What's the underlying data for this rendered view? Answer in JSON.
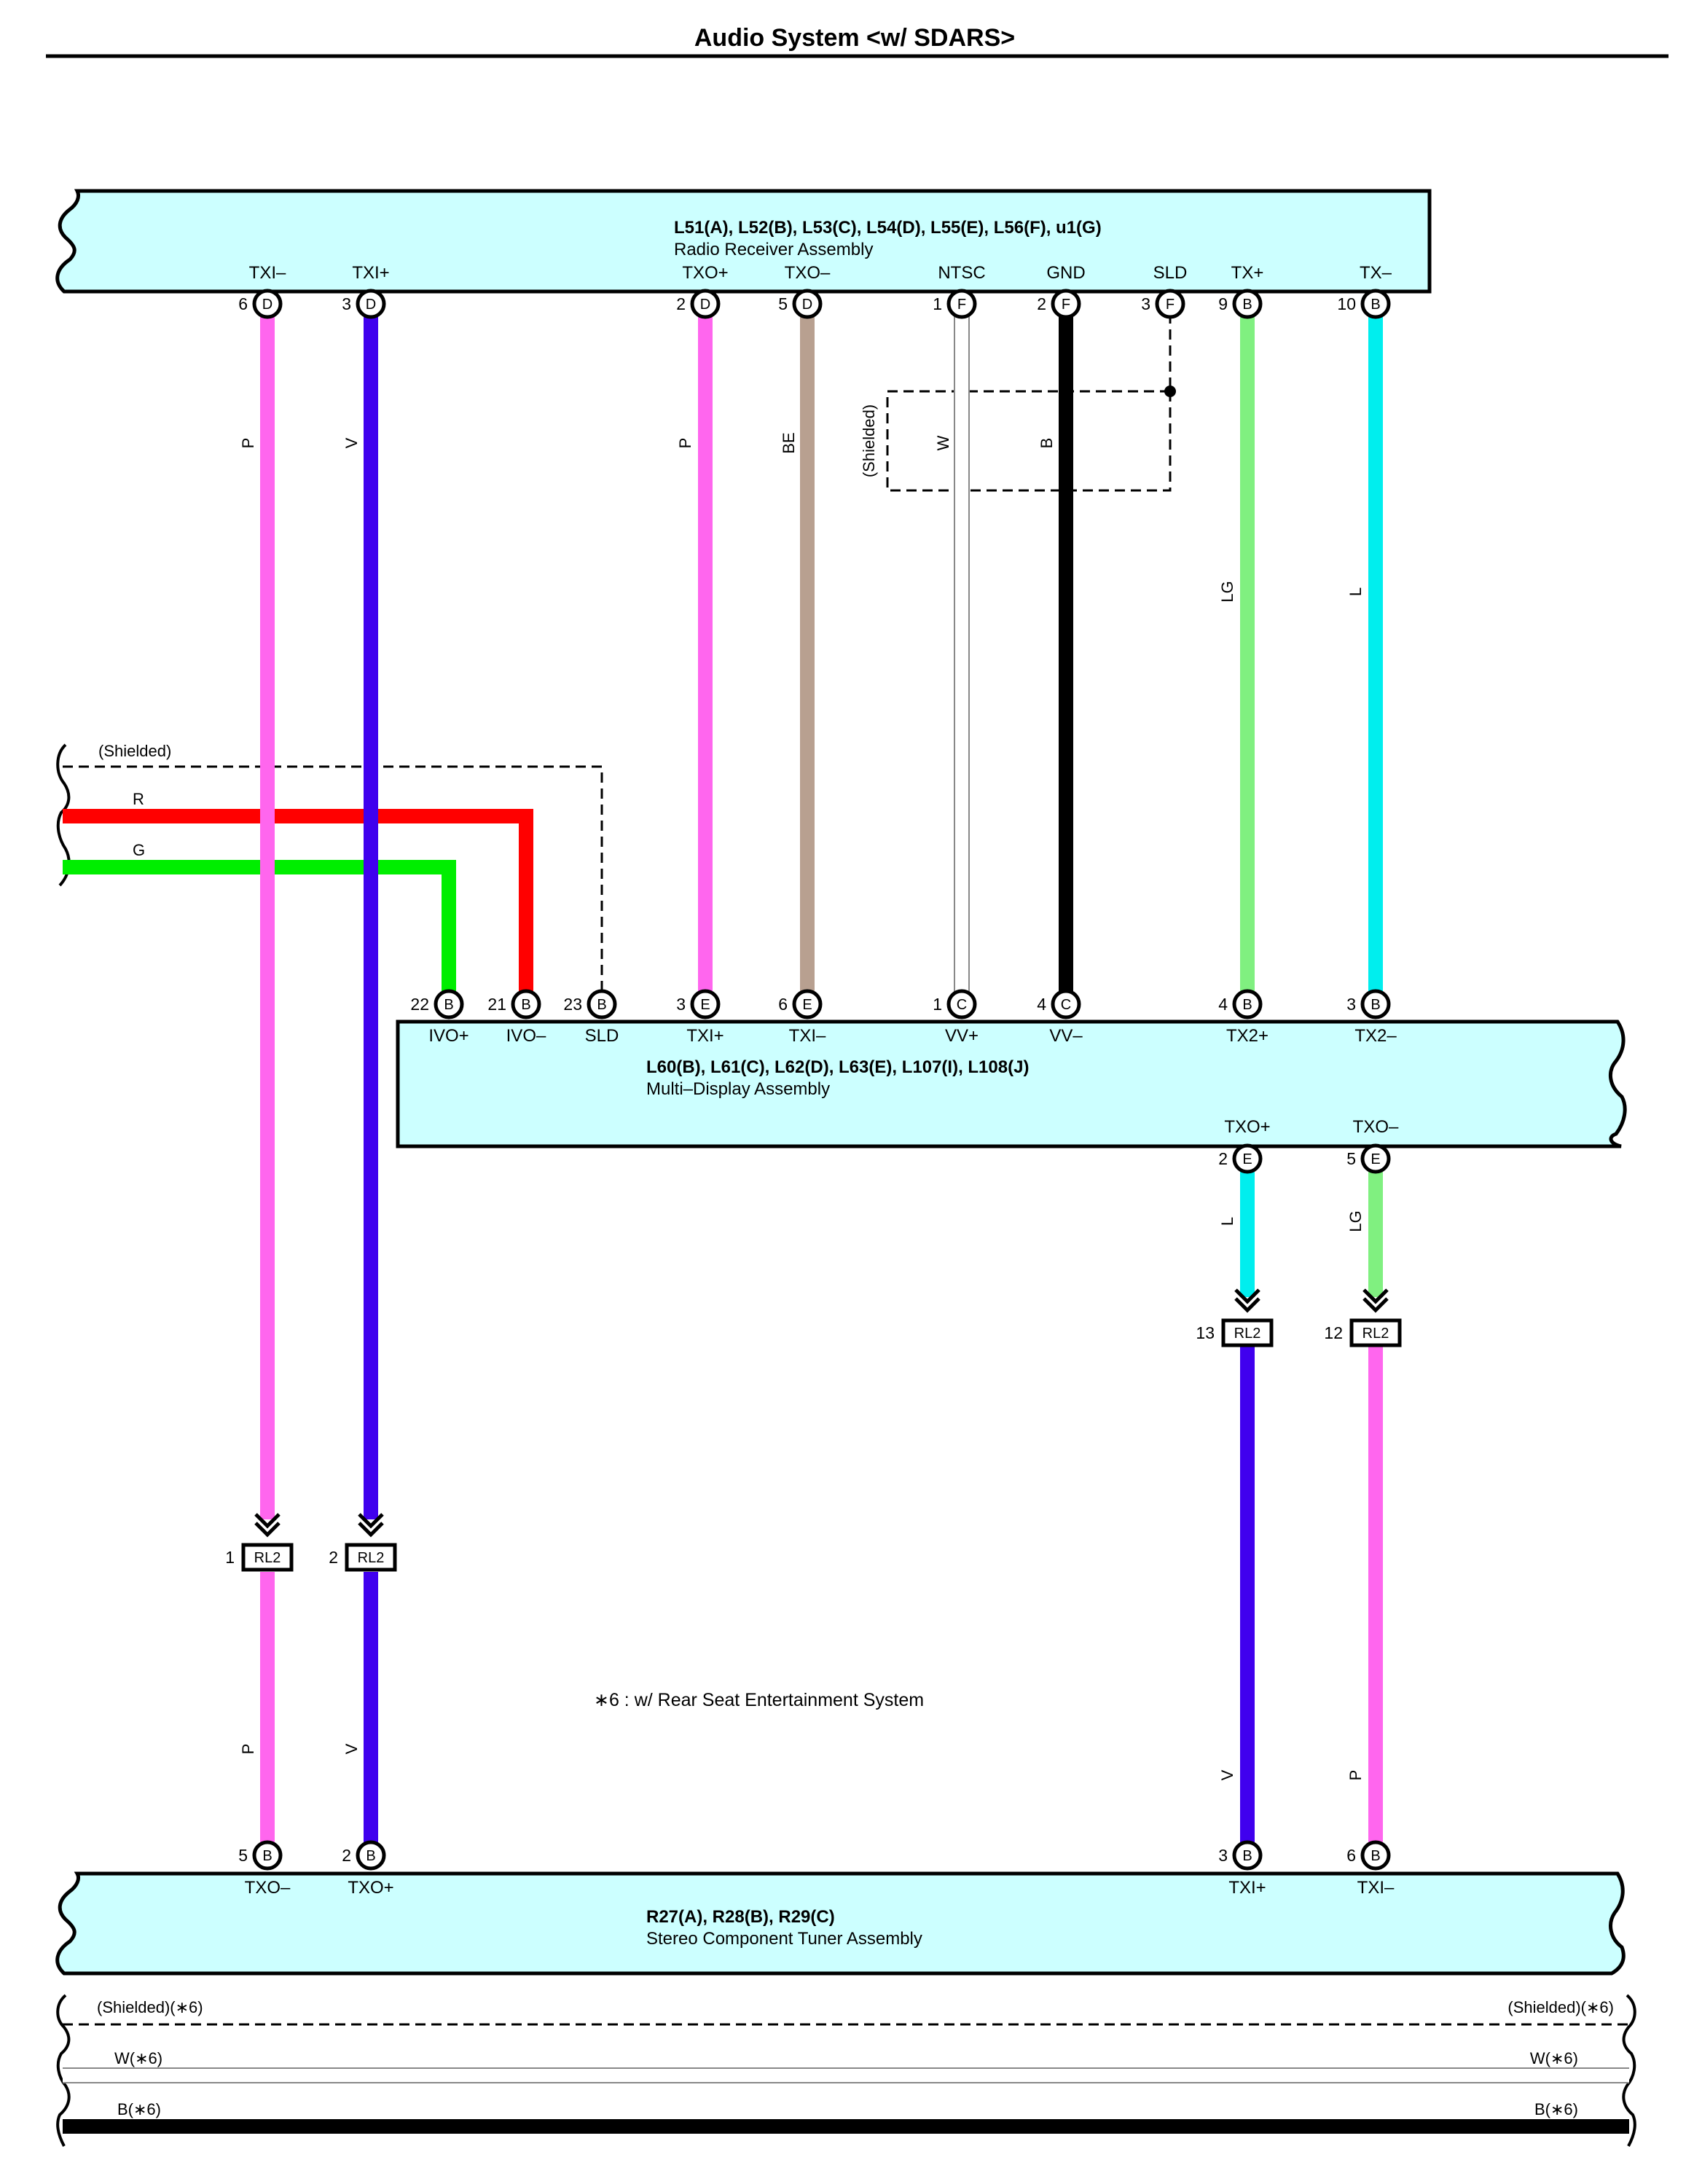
{
  "title": "Audio System <w/ SDARS>",
  "note": "∗6 : w/ Rear Seat Entertainment System",
  "colors": {
    "P": "#ff66ee",
    "V": "#4000ee",
    "BE": "#b8a090",
    "W": "#ffffff",
    "B": "#000000",
    "LG": "#80f080",
    "L": "#00eeee",
    "R": "#ff0000",
    "G": "#00ee00",
    "box": "#ccffff"
  },
  "radio": {
    "connectors": "L51(A), L52(B), L53(C), L54(D), L55(E), L56(F), u1(G)",
    "name": "Radio Receiver Assembly",
    "pins": [
      {
        "label": "TXI–",
        "num": "6",
        "conn": "D"
      },
      {
        "label": "TXI+",
        "num": "3",
        "conn": "D"
      },
      {
        "label": "TXO+",
        "num": "2",
        "conn": "D"
      },
      {
        "label": "TXO–",
        "num": "5",
        "conn": "D"
      },
      {
        "label": "NTSC",
        "num": "1",
        "conn": "F"
      },
      {
        "label": "GND",
        "num": "2",
        "conn": "F"
      },
      {
        "label": "SLD",
        "num": "3",
        "conn": "F"
      },
      {
        "label": "TX+",
        "num": "9",
        "conn": "B"
      },
      {
        "label": "TX–",
        "num": "10",
        "conn": "B"
      }
    ]
  },
  "display": {
    "connectors": "L60(B), L61(C), L62(D), L63(E), L107(I), L108(J)",
    "name": "Multi–Display Assembly",
    "top_pins": [
      {
        "label": "IVO+",
        "num": "22",
        "conn": "B"
      },
      {
        "label": "IVO–",
        "num": "21",
        "conn": "B"
      },
      {
        "label": "SLD",
        "num": "23",
        "conn": "B"
      },
      {
        "label": "TXI+",
        "num": "3",
        "conn": "E"
      },
      {
        "label": "TXI–",
        "num": "6",
        "conn": "E"
      },
      {
        "label": "VV+",
        "num": "1",
        "conn": "C"
      },
      {
        "label": "VV–",
        "num": "4",
        "conn": "C"
      },
      {
        "label": "TX2+",
        "num": "4",
        "conn": "B"
      },
      {
        "label": "TX2–",
        "num": "3",
        "conn": "B"
      }
    ],
    "bottom_pins": [
      {
        "label": "TXO+",
        "num": "2",
        "conn": "E"
      },
      {
        "label": "TXO–",
        "num": "5",
        "conn": "E"
      }
    ]
  },
  "tuner": {
    "connectors": "R27(A), R28(B), R29(C)",
    "name": "Stereo Component Tuner Assembly",
    "pins": [
      {
        "label": "TXO–",
        "num": "5",
        "conn": "B"
      },
      {
        "label": "TXO+",
        "num": "2",
        "conn": "B"
      },
      {
        "label": "TXI+",
        "num": "3",
        "conn": "B"
      },
      {
        "label": "TXI–",
        "num": "6",
        "conn": "B"
      }
    ]
  },
  "junctions": [
    {
      "num": "1",
      "name": "RL2"
    },
    {
      "num": "2",
      "name": "RL2"
    },
    {
      "num": "13",
      "name": "RL2"
    },
    {
      "num": "12",
      "name": "RL2"
    }
  ],
  "wire_labels": {
    "w1": "P",
    "w2": "V",
    "w3": "P",
    "w4": "BE",
    "w5": "W",
    "w6": "B",
    "w7": "LG",
    "w8": "L",
    "w9": "L",
    "w10": "LG",
    "w11": "P",
    "w12": "V",
    "w13": "V",
    "w14": "P",
    "shielded_upper": "(Shielded)",
    "shielded_left": "(Shielded)",
    "r_wire": "R",
    "g_wire": "G"
  },
  "bottom_wires": {
    "shielded": "(Shielded)(∗6)",
    "w": "W(∗6)",
    "b": "B(∗6)"
  }
}
